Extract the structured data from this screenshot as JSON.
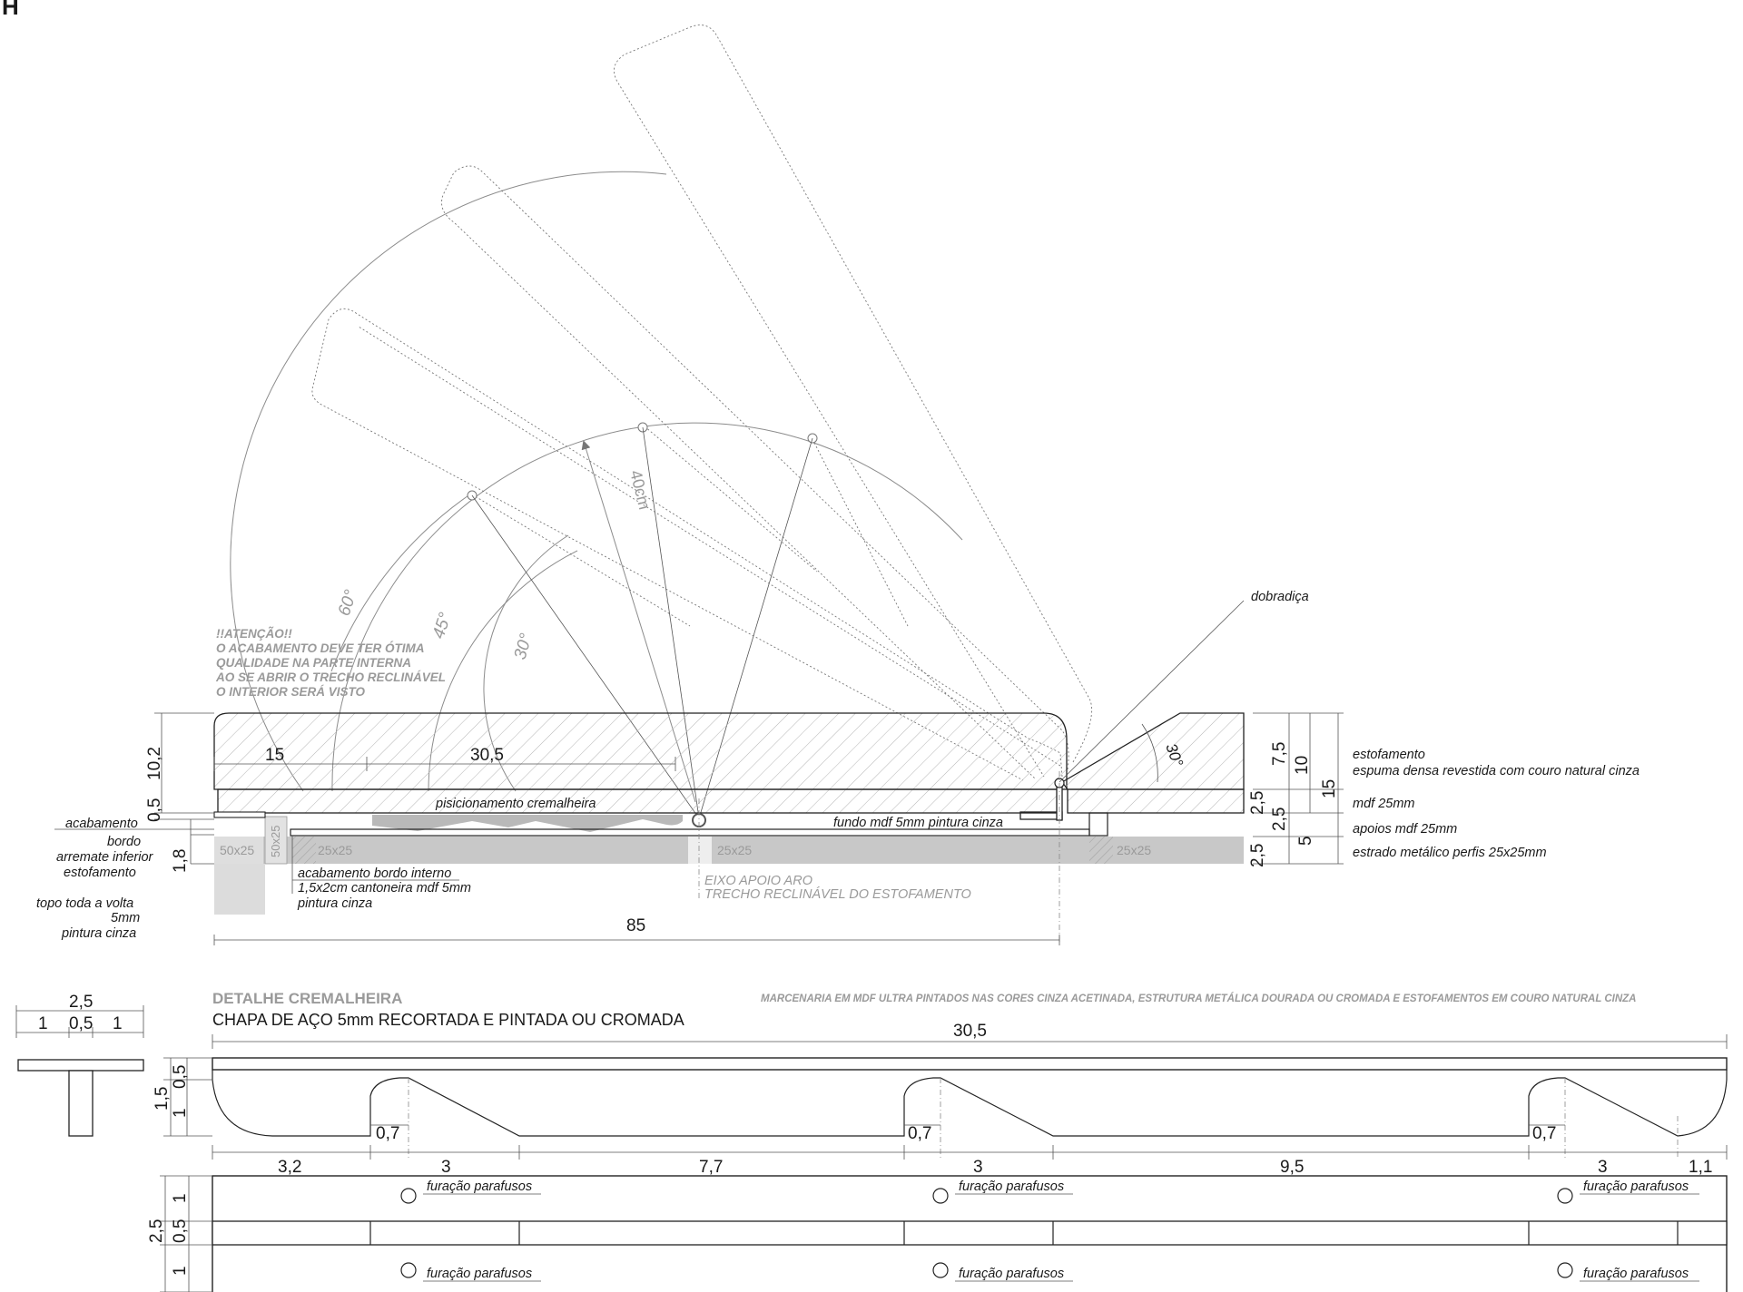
{
  "section_letter": "H",
  "warning": {
    "lines": [
      "!!ATENÇÃO!!",
      "O ACABAMENTO DEVE TER ÓTIMA",
      "QUALIDADE  NA PARTE INTERNA",
      "AO SE ABRIR O TRECHO RECLINÁVEL",
      "O INTERIOR SERÁ VISTO"
    ]
  },
  "angles": {
    "a60": "60°",
    "a45": "45°",
    "a30": "30°",
    "hinge": "30°"
  },
  "radius_label": "40cm",
  "labels": {
    "dobradica": "dobradiça",
    "posicionamento": "pisicionamento cremalheira",
    "fundo": "fundo mdf 5mm pintura cinza",
    "estofamento": "estofamento",
    "espuma": "espuma densa revestida com couro natural cinza",
    "mdf": "mdf 25mm",
    "apoios": "apoios mdf 25mm",
    "estrado": "estrado metálico perfis 25x25mm",
    "acabamento": "acabamento",
    "bordo": "bordo",
    "arremate": "arremate inferior",
    "estof_left": "estofamento",
    "topo1": "topo toda a volta",
    "topo2": "5mm",
    "topo3": "pintura cinza",
    "interno1": "acabamento bordo interno",
    "interno2": "1,5x2cm cantoneira mdf 5mm",
    "interno3": "pintura cinza",
    "eixo1": "EIXO APOIO ARO",
    "eixo2": "TRECHO RECLINÁVEL DO ESTOFAMENTO"
  },
  "profiles": {
    "p50x25a": "50x25",
    "p50x25b": "50x25",
    "p25a": "25x25",
    "p25b": "25x25",
    "p25c": "25x25"
  },
  "dims": {
    "d15": "15",
    "d30_5": "30,5",
    "d10_2": "10,2",
    "d0_5": "0,5",
    "d1_8": "1,8",
    "d85": "85",
    "d7_5": "7,5",
    "d10": "10",
    "d15r": "15",
    "d2_5a": "2,5",
    "d2_5b": "2,5",
    "d5": "5",
    "d2_5c": "2,5"
  },
  "detail": {
    "title": "DETALHE CREMALHEIRA",
    "subtitle": "CHAPA DE AÇO 5mm RECORTADA E PINTADA OU CROMADA",
    "note": "MARCENARIA  EM MDF ULTRA PINTADOS NAS CORES CINZA  ACETINADA, ESTRUTURA METÁLICA  DOURADA OU CROMADA E ESTOFAMENTOS EM COURO NATURAL CINZA",
    "tee": {
      "total": "2,5",
      "a": "1",
      "b": "0,5",
      "c": "1"
    },
    "top": "30,5",
    "left": {
      "a": "0,5",
      "b": "1,5",
      "c": "1"
    },
    "bottom": [
      "3,2",
      "0,7",
      "3",
      "7,7",
      "0,7",
      "3",
      "9,5",
      "0,7",
      "3",
      "1,1"
    ],
    "plan": {
      "a": "1",
      "b": "2,5",
      "c": "0,5",
      "d": "1"
    },
    "holes": [
      "furação parafusos",
      "furação parafusos",
      "furação parafusos",
      "furação parafusos",
      "furação parafusos",
      "furação parafusos"
    ]
  }
}
